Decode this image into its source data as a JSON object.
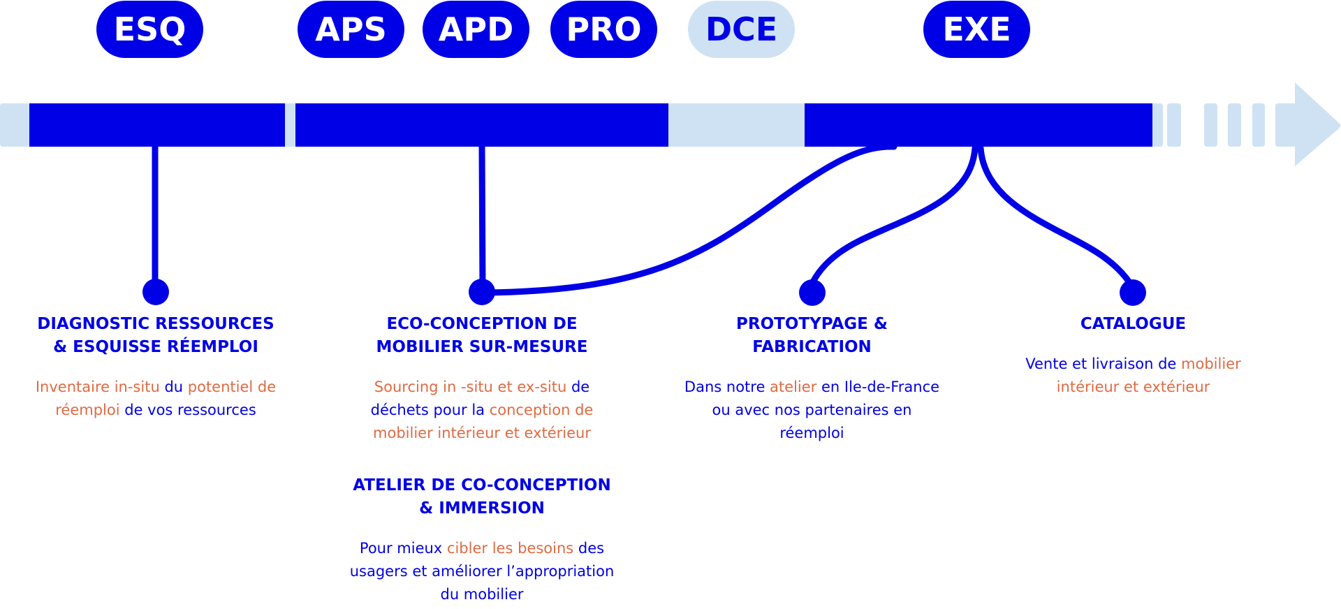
{
  "colors": {
    "primary": "#0000e6",
    "light": "#cfe2f3",
    "accent": "#e06a42",
    "background": "#ffffff"
  },
  "phases": [
    {
      "label": "ESQ",
      "state": "active"
    },
    {
      "label": "APS",
      "state": "active"
    },
    {
      "label": "APD",
      "state": "active"
    },
    {
      "label": "PRO",
      "state": "active"
    },
    {
      "label": "DCE",
      "state": "inactive"
    },
    {
      "label": "EXE",
      "state": "active"
    }
  ],
  "timeline": {
    "arrow_icon": "arrow-right-icon"
  },
  "steps": [
    {
      "id": "diagnostic",
      "title": "DIAGNOSTIC RESSOURCES\n& ESQUISSE RÉEMPLOI",
      "description": [
        {
          "text": "Inventaire in-situ ",
          "highlight": true
        },
        {
          "text": "du ",
          "highlight": false
        },
        {
          "text": "potentiel de réemploi ",
          "highlight": true
        },
        {
          "text": "de vos ressources",
          "highlight": false
        }
      ]
    },
    {
      "id": "eco-conception",
      "title": "ECO-CONCEPTION DE\nMOBILIER SUR-MESURE",
      "description": [
        {
          "text": "Sourcing in -situ et ex-situ ",
          "highlight": true
        },
        {
          "text": "de déchets pour la ",
          "highlight": false
        },
        {
          "text": "conception de mobilier intérieur et extérieur",
          "highlight": true
        }
      ]
    },
    {
      "id": "atelier",
      "title": "ATELIER DE CO-CONCEPTION\n& IMMERSION",
      "description": [
        {
          "text": "Pour mieux ",
          "highlight": false
        },
        {
          "text": "cibler les besoins ",
          "highlight": true
        },
        {
          "text": "des usagers et améliorer l’appropriation du mobilier",
          "highlight": false
        }
      ]
    },
    {
      "id": "prototypage",
      "title": "PROTOTYPAGE &\nFABRICATION",
      "description": [
        {
          "text": "Dans notre ",
          "highlight": false
        },
        {
          "text": "atelier ",
          "highlight": true
        },
        {
          "text": "en Ile-de-France ou avec nos partenaires en réemploi",
          "highlight": false
        }
      ]
    },
    {
      "id": "catalogue",
      "title": "CATALOGUE",
      "description": [
        {
          "text": "Vente et livraison de ",
          "highlight": false
        },
        {
          "text": "mobilier intérieur et extérieur",
          "highlight": true
        }
      ]
    }
  ]
}
